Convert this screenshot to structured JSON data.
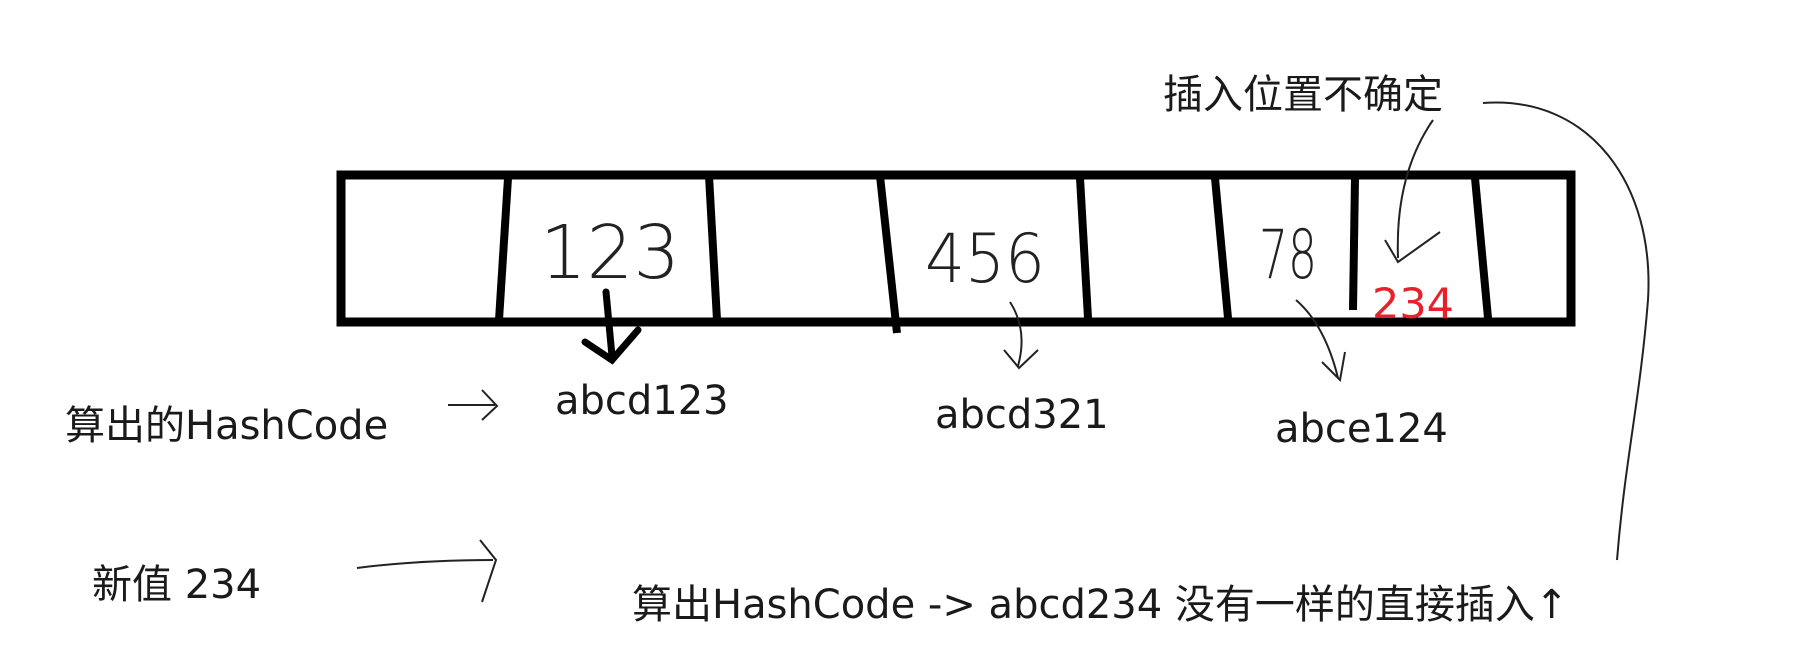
{
  "title": "插入位置不确定",
  "buckets": [
    {
      "value": ""
    },
    {
      "value": "123"
    },
    {
      "value": ""
    },
    {
      "value": "456"
    },
    {
      "value": ""
    },
    {
      "value": "78"
    },
    {
      "value": "234"
    },
    {
      "value": ""
    }
  ],
  "hashcode_row_label": "算出的HashCode",
  "hashcodes": [
    "abcd123",
    "abcd321",
    "abce124"
  ],
  "new_value_label": "新值 234",
  "bottom_note": "算出HashCode -> abcd234  没有一样的直接插入↑",
  "colors": {
    "ink": "#000000",
    "text": "#1a1a1a",
    "inserted": "#e8202a",
    "thin_line": "#222222"
  }
}
